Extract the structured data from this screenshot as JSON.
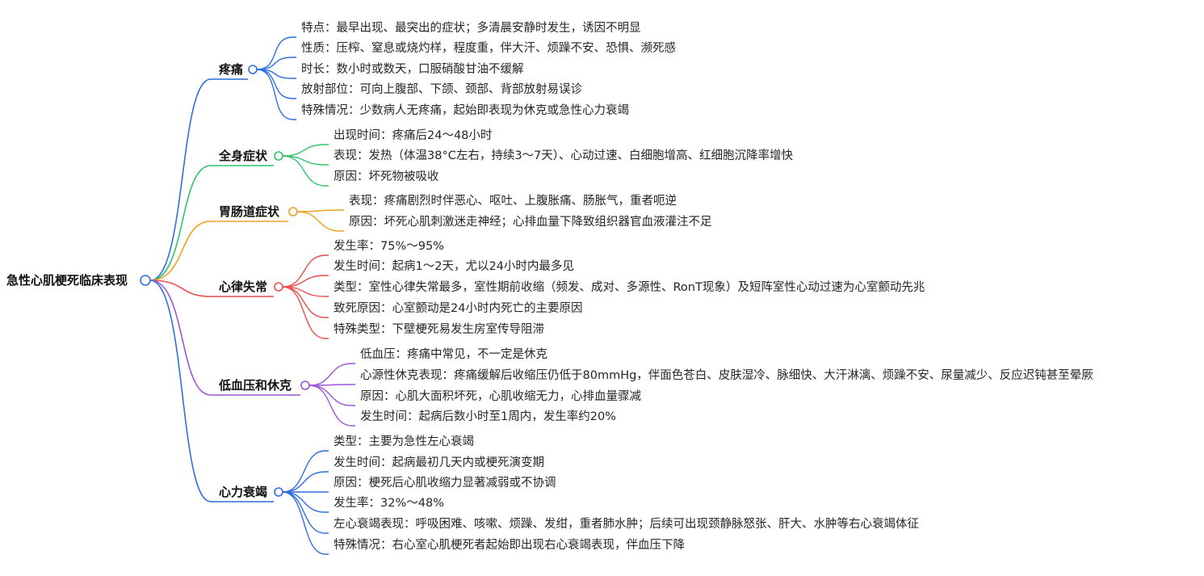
{
  "root": {
    "label": "急性心肌梗死临床表现"
  },
  "branches": [
    {
      "label": "疼痛",
      "color": "#2f6fe0",
      "items": [
        "特点：最早出现、最突出的症状；多清晨安静时发生，诱因不明显",
        "性质：压榨、窒息或烧灼样，程度重，伴大汗、烦躁不安、恐惧、濒死感",
        "时长：数小时或数天，口服硝酸甘油不缓解",
        "放射部位：可向上腹部、下颌、颈部、背部放射易误诊",
        "特殊情况：少数病人无疼痛，起始即表现为休克或急性心力衰竭"
      ]
    },
    {
      "label": "全身症状",
      "color": "#2ec46a",
      "items": [
        "出现时间：疼痛后24～48小时",
        "表现：发热（体温38°C左右，持续3～7天）、心动过速、白细胞增高、红细胞沉降率增快",
        "原因：坏死物被吸收"
      ]
    },
    {
      "label": "胃肠道症状",
      "color": "#f0a020",
      "items": [
        "表现：疼痛剧烈时伴恶心、呕吐、上腹胀痛、肠胀气，重者呃逆",
        "原因：坏死心肌刺激迷走神经；心排血量下降致组织器官血液灌注不足"
      ]
    },
    {
      "label": "心律失常",
      "color": "#ee4d4d",
      "items": [
        "发生率：75%～95%",
        "发生时间：起病1～2天，尤以24小时内最多见",
        "类型：室性心律失常最多，室性期前收缩（频发、成对、多源性、RonT现象）及短阵室性心动过速为心室颤动先兆",
        "致死原因：心室颤动是24小时内死亡的主要原因",
        "特殊类型：下壁梗死易发生房室传导阻滞"
      ]
    },
    {
      "label": "低血压和休克",
      "color": "#9b55d8",
      "items": [
        "低血压：疼痛中常见，不一定是休克",
        "心源性休克表现：疼痛缓解后收缩压仍低于80mmHg，伴面色苍白、皮肤湿冷、脉细快、大汗淋漓、烦躁不安、尿量减少、反应迟钝甚至晕厥",
        "原因：心肌大面积坏死，心肌收缩无力，心排血量骤减",
        "发生时间：起病后数小时至1周内，发生率约20%"
      ]
    },
    {
      "label": "心力衰竭",
      "color": "#2f6fe0",
      "items": [
        "类型：主要为急性左心衰竭",
        "发生时间：起病最初几天内或梗死演变期",
        "原因：梗死后心肌收缩力显著减弱或不协调",
        "发生率：32%～48%",
        "左心衰竭表现：呼吸困难、咳嗽、烦躁、发绀，重者肺水肿；后续可出现颈静脉怒张、肝大、水肿等右心衰竭体征",
        "特殊情况：右心室心肌梗死者起始即出现右心衰竭表现，伴血压下降"
      ]
    }
  ]
}
